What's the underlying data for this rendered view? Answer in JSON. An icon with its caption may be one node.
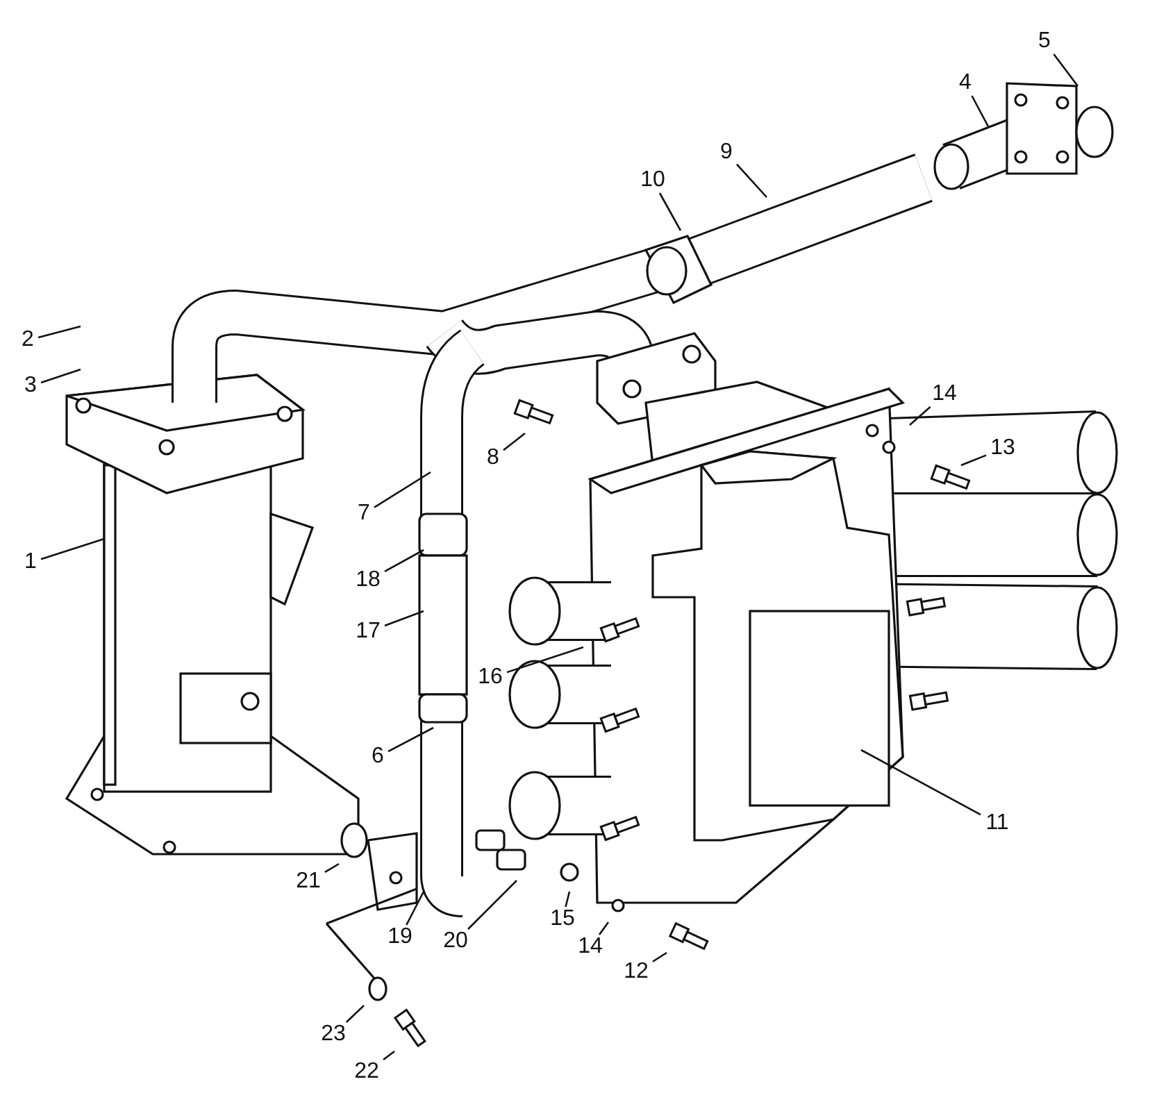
{
  "diagram": {
    "nodes": [
      {
        "text": [
          "1"
        ]
      },
      {
        "text": [
          "2"
        ]
      },
      {
        "text": [
          "3"
        ]
      },
      {
        "text": [
          "4"
        ]
      },
      {
        "text": [
          "5"
        ]
      },
      {
        "text": [
          "6"
        ]
      },
      {
        "text": [
          "7"
        ]
      },
      {
        "text": [
          "8"
        ]
      },
      {
        "text": [
          "9"
        ]
      },
      {
        "text": [
          "10"
        ]
      },
      {
        "text": [
          "11"
        ]
      },
      {
        "text": [
          "12"
        ]
      },
      {
        "text": [
          "13"
        ]
      },
      {
        "text": [
          "14"
        ]
      },
      {
        "text": [
          "14"
        ]
      },
      {
        "text": [
          "15"
        ]
      },
      {
        "text": [
          "16"
        ]
      },
      {
        "text": [
          "17"
        ]
      },
      {
        "text": [
          "18"
        ]
      },
      {
        "text": [
          "19"
        ]
      },
      {
        "text": [
          "20"
        ]
      },
      {
        "text": [
          "21"
        ]
      },
      {
        "text": [
          "22"
        ]
      },
      {
        "text": [
          "23"
        ]
      }
    ],
    "edges": [
      {
        "from": 0,
        "to": null,
        "arrow": "none"
      },
      {
        "from": 1,
        "to": null,
        "arrow": "none"
      },
      {
        "from": 2,
        "to": null,
        "arrow": "none"
      },
      {
        "from": 3,
        "to": null,
        "arrow": "none"
      },
      {
        "from": 4,
        "to": null,
        "arrow": "none"
      },
      {
        "from": 5,
        "to": null,
        "arrow": "none"
      },
      {
        "from": 6,
        "to": null,
        "arrow": "none"
      },
      {
        "from": 7,
        "to": null,
        "arrow": "none"
      },
      {
        "from": 8,
        "to": null,
        "arrow": "none"
      },
      {
        "from": 9,
        "to": null,
        "arrow": "none"
      },
      {
        "from": 10,
        "to": null,
        "arrow": "none"
      },
      {
        "from": 11,
        "to": null,
        "arrow": "none"
      },
      {
        "from": 12,
        "to": null,
        "arrow": "none"
      },
      {
        "from": 13,
        "to": null,
        "arrow": "none"
      },
      {
        "from": 14,
        "to": null,
        "arrow": "none"
      },
      {
        "from": 15,
        "to": null,
        "arrow": "none"
      },
      {
        "from": 16,
        "to": null,
        "arrow": "none"
      },
      {
        "from": 17,
        "to": null,
        "arrow": "none"
      },
      {
        "from": 18,
        "to": null,
        "arrow": "none"
      },
      {
        "from": 19,
        "to": null,
        "arrow": "none"
      },
      {
        "from": 20,
        "to": null,
        "arrow": "none"
      },
      {
        "from": 21,
        "to": null,
        "arrow": "none"
      },
      {
        "from": 22,
        "to": null,
        "arrow": "none"
      },
      {
        "from": 23,
        "to": null,
        "arrow": "none"
      }
    ]
  }
}
